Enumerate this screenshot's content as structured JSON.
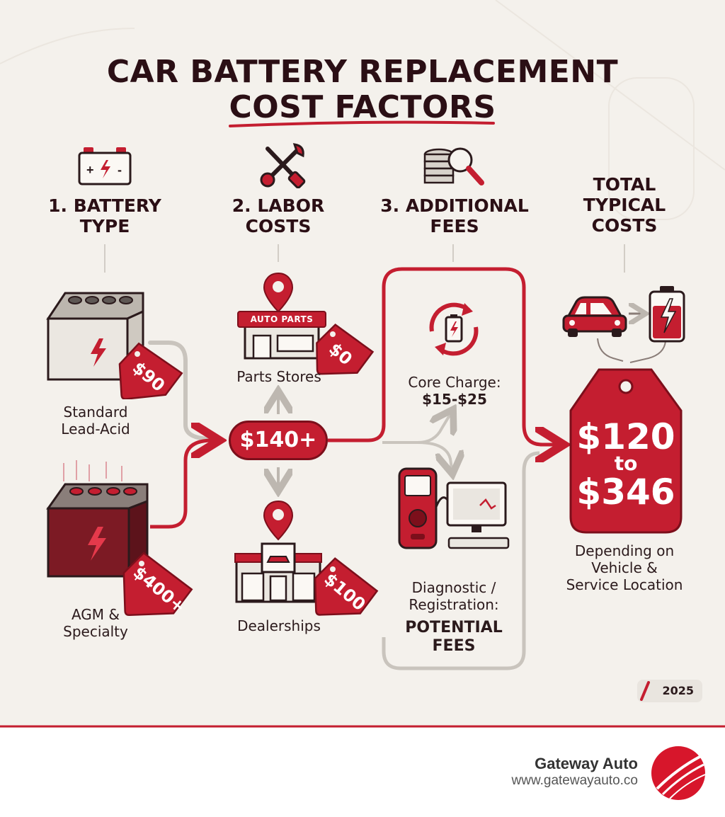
{
  "title": {
    "line1": "CAR BATTERY REPLACEMENT",
    "line2": "COST FACTORS"
  },
  "columns": [
    {
      "heading_line1": "1. BATTERY",
      "heading_line2": "TYPE",
      "icon": "battery-icon"
    },
    {
      "heading_line1": "2. LABOR",
      "heading_line2": "COSTS",
      "icon": "tools-icon"
    },
    {
      "heading_line1": "3. ADDITIONAL",
      "heading_line2": "FEES",
      "icon": "coins-magnifier-icon"
    },
    {
      "heading_line1": "TOTAL",
      "heading_line2": "TYPICAL",
      "heading_line3": "COSTS"
    }
  ],
  "battery_types": [
    {
      "label_line1": "Standard",
      "label_line2": "Lead-Acid",
      "price": "$90"
    },
    {
      "label_line1": "AGM &",
      "label_line2": "Specialty",
      "price": "$400+"
    }
  ],
  "labor": {
    "shop_sign": "AUTO PARTS",
    "parts_stores_label": "Parts Stores",
    "parts_stores_price": "$0",
    "labor_price": "$140+",
    "dealerships_label": "Dealerships",
    "dealerships_price": "$100"
  },
  "fees": {
    "core_charge_label": "Core Charge:",
    "core_charge_value": "$15-$25",
    "diagnostic_line1": "Diagnostic /",
    "diagnostic_line2": "Registration:",
    "potential_line1": "POTENTIAL",
    "potential_line2": "FEES"
  },
  "total": {
    "low": "$120",
    "connector": "to",
    "high": "$346",
    "note_line1": "Depending on",
    "note_line2": "Vehicle &",
    "note_line3": "Service Location"
  },
  "year": "2025",
  "footer": {
    "brand": "Gateway Auto",
    "url": "www.gatewayauto.co"
  },
  "colors": {
    "accent": "#c41e30",
    "dark_accent": "#7c0f1b",
    "background": "#f4f1ec",
    "connector_gray": "#c9c4bd"
  }
}
